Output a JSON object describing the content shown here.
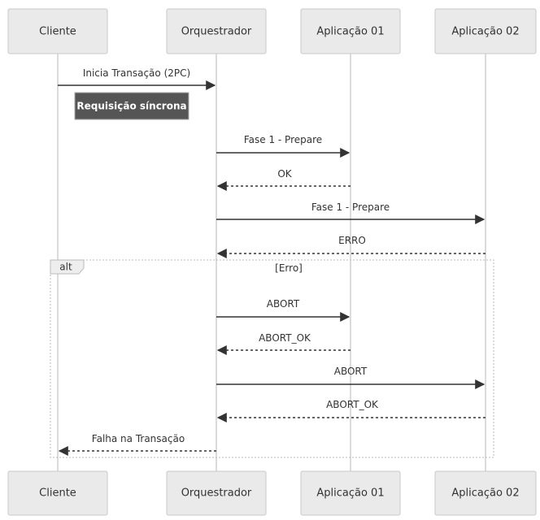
{
  "participants": [
    {
      "id": "cliente",
      "label": "Cliente"
    },
    {
      "id": "orq",
      "label": "Orquestrador"
    },
    {
      "id": "app1",
      "label": "Aplicação 01"
    },
    {
      "id": "app2",
      "label": "Aplicação 02"
    }
  ],
  "note": {
    "text": "Requisição síncrona"
  },
  "messages": [
    {
      "from": "cliente",
      "to": "orq",
      "label": "Inicia Transação (2PC)",
      "style": "solid"
    },
    {
      "from": "orq",
      "to": "app1",
      "label": "Fase 1 - Prepare",
      "style": "solid"
    },
    {
      "from": "app1",
      "to": "orq",
      "label": "OK",
      "style": "dashed"
    },
    {
      "from": "orq",
      "to": "app2",
      "label": "Fase 1 - Prepare",
      "style": "solid"
    },
    {
      "from": "app2",
      "to": "orq",
      "label": "ERRO",
      "style": "dashed"
    },
    {
      "from": "orq",
      "to": "app1",
      "label": "ABORT",
      "style": "solid"
    },
    {
      "from": "app1",
      "to": "orq",
      "label": "ABORT_OK",
      "style": "dashed"
    },
    {
      "from": "orq",
      "to": "app2",
      "label": "ABORT",
      "style": "solid"
    },
    {
      "from": "app2",
      "to": "orq",
      "label": "ABORT_OK",
      "style": "dashed"
    },
    {
      "from": "orq",
      "to": "cliente",
      "label": "Falha na Transação",
      "style": "dashed"
    }
  ],
  "alt_frame": {
    "keyword": "alt",
    "condition": "[Erro]"
  },
  "colors": {
    "actor_fill": "#eaeaea",
    "note_fill": "#555555",
    "line": "#333333"
  }
}
